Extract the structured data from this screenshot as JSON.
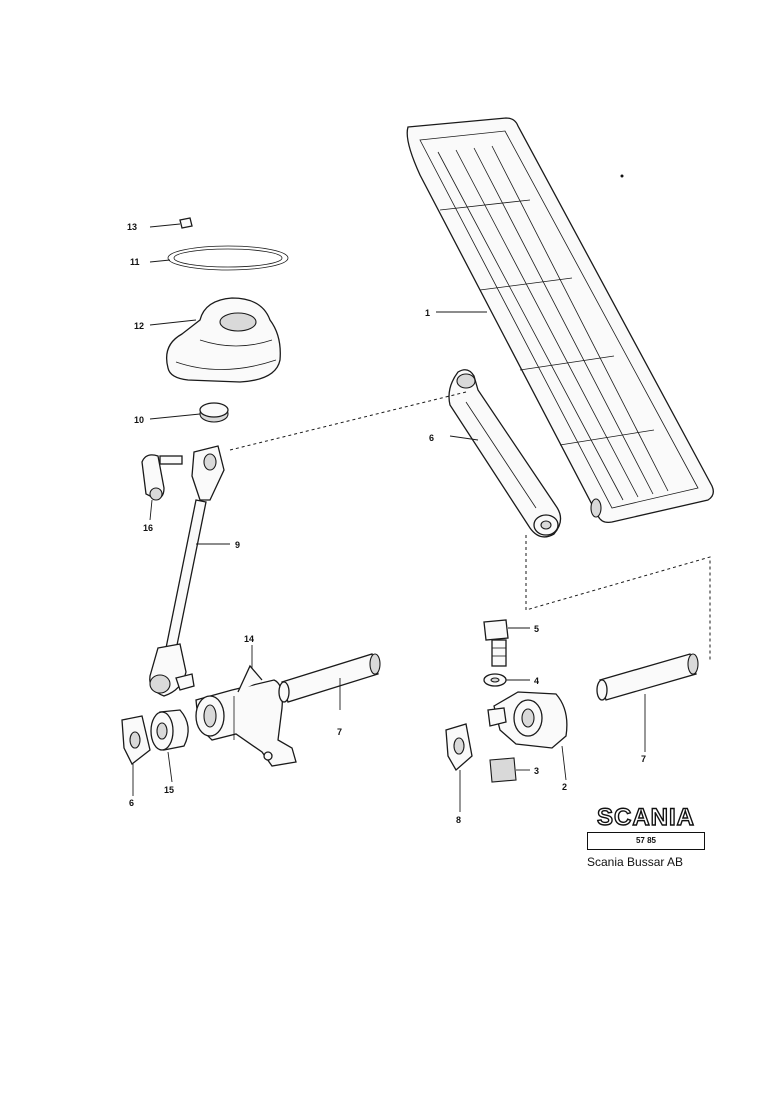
{
  "callouts": [
    {
      "id": "c13",
      "text": "13"
    },
    {
      "id": "c11",
      "text": "11"
    },
    {
      "id": "c12",
      "text": "12"
    },
    {
      "id": "c10",
      "text": "10"
    },
    {
      "id": "c16",
      "text": "16"
    },
    {
      "id": "c9",
      "text": "9"
    },
    {
      "id": "c14",
      "text": "14"
    },
    {
      "id": "c7a",
      "text": "7"
    },
    {
      "id": "c6a",
      "text": "6"
    },
    {
      "id": "c15",
      "text": "15"
    },
    {
      "id": "c1",
      "text": "1"
    },
    {
      "id": "c6b",
      "text": "6"
    },
    {
      "id": "c5",
      "text": "5"
    },
    {
      "id": "c4",
      "text": "4"
    },
    {
      "id": "c3",
      "text": "3"
    },
    {
      "id": "c2",
      "text": "2"
    },
    {
      "id": "c7b",
      "text": "7"
    },
    {
      "id": "c8",
      "text": "8"
    }
  ],
  "logo": {
    "brand": "SCANIA",
    "code": "57 85"
  },
  "company": "Scania Bussar AB"
}
